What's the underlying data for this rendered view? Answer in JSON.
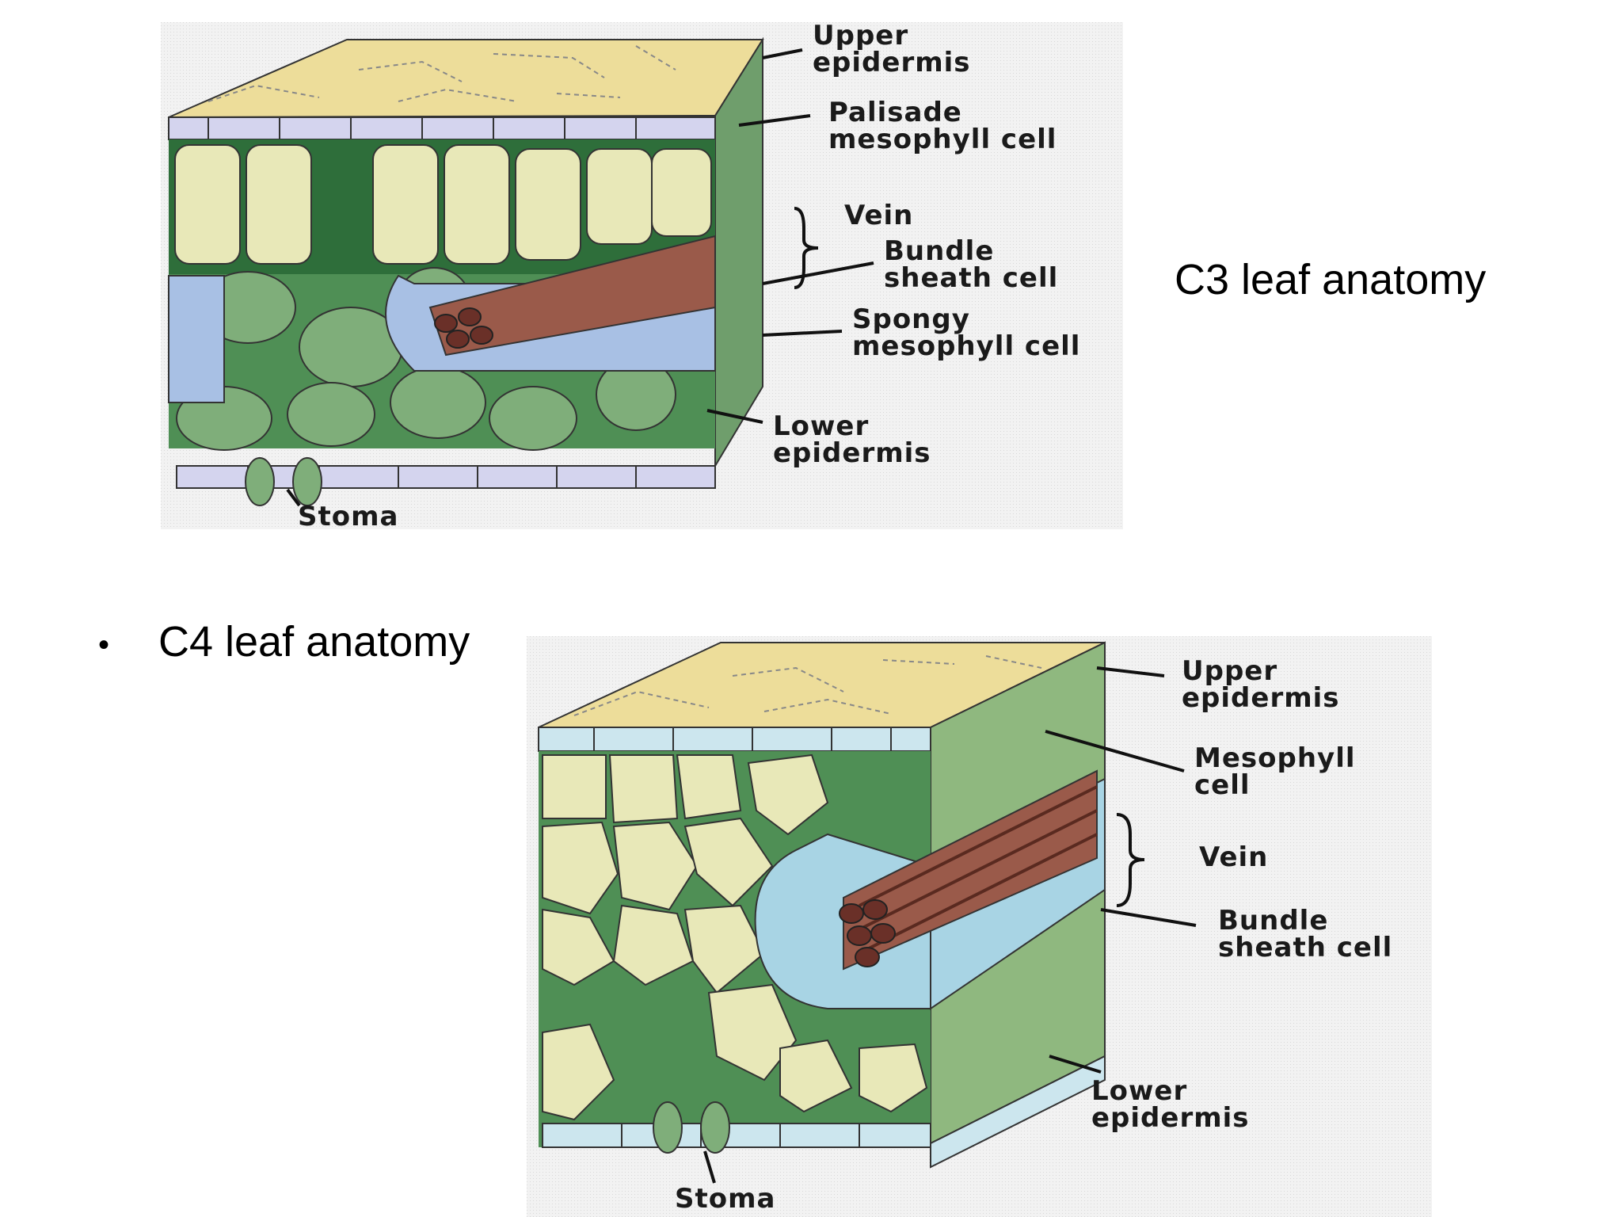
{
  "c3": {
    "title": "C3 leaf anatomy",
    "labels": {
      "upper_epidermis_1": "Upper",
      "upper_epidermis_2": "epidermis",
      "palisade_1": "Palisade",
      "palisade_2": "mesophyll cell",
      "vein": "Vein",
      "bundle_sheath_1": "Bundle",
      "bundle_sheath_2": "sheath cell",
      "spongy_1": "Spongy",
      "spongy_2": "mesophyll cell",
      "lower_epidermis_1": "Lower",
      "lower_epidermis_2": "epidermis",
      "stoma": "Stoma"
    }
  },
  "c4": {
    "bullet": "•",
    "title": "C4 leaf anatomy",
    "labels": {
      "upper_epidermis_1": "Upper",
      "upper_epidermis_2": "epidermis",
      "mesophyll_1": "Mesophyll",
      "mesophyll_2": "cell",
      "vein": "Vein",
      "bundle_sheath_1": "Bundle",
      "bundle_sheath_2": "sheath cell",
      "lower_epidermis_1": "Lower",
      "lower_epidermis_2": "epidermis",
      "stoma": "Stoma"
    }
  },
  "colors": {
    "top_surface": "#eddd9a",
    "epidermis": "#d4d4ee",
    "epidermis_c4": "#cce6ee",
    "mesophyll": "#e8e8b8",
    "spongy": "#7fae7a",
    "dark_green": "#4f8f55",
    "bundle_sheath": "#a8c0e4",
    "bundle_sheath_c4": "#a8d4e4",
    "vein": "#9a5a4a"
  }
}
